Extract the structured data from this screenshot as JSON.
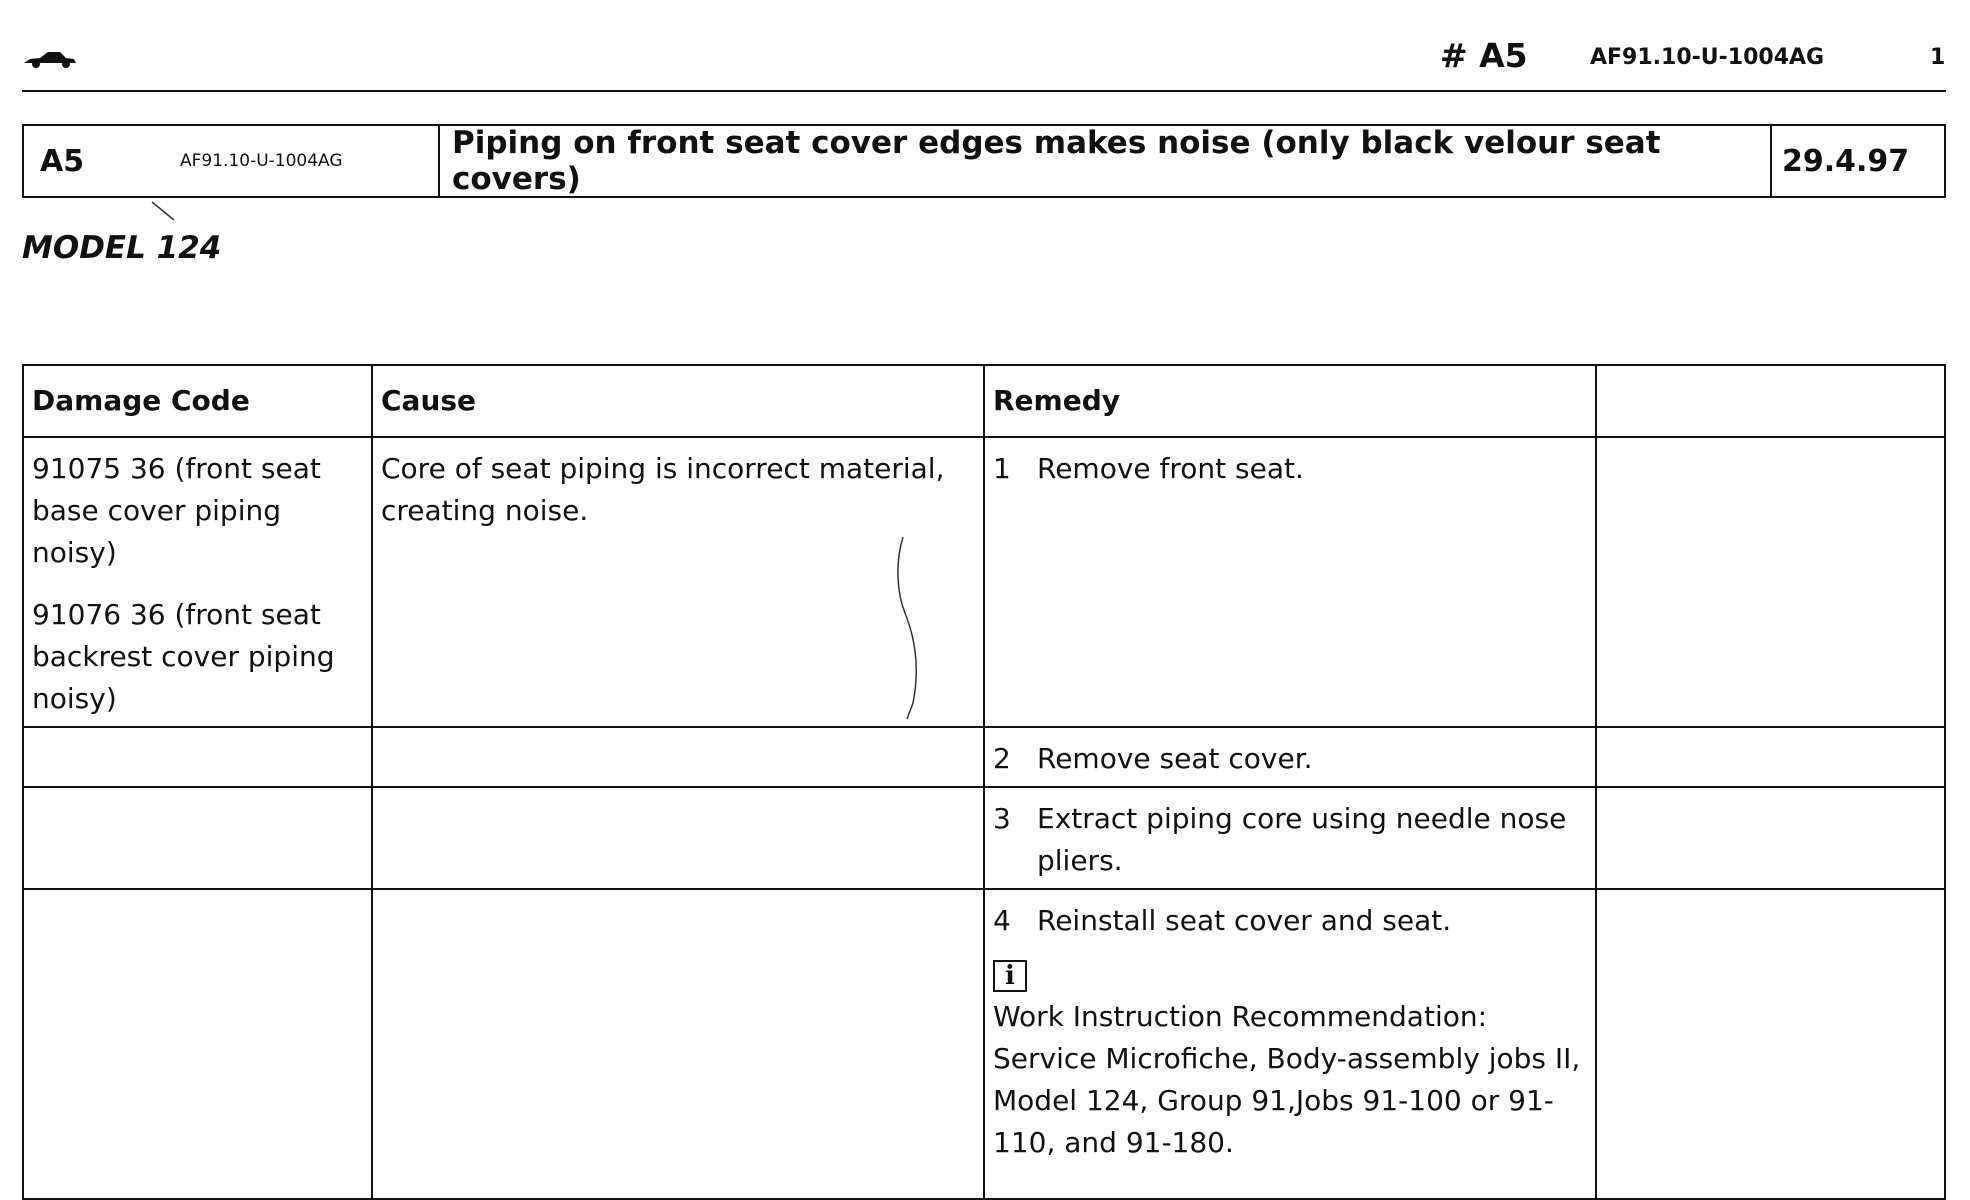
{
  "header": {
    "code": "# A5",
    "reference": "AF91.10-U-1004AG",
    "page_number": "1"
  },
  "title_box": {
    "code": "A5",
    "reference": "AF91.10-U-1004AG",
    "title": "Piping on front seat cover edges makes noise (only black velour seat covers)",
    "date": "29.4.97"
  },
  "model": "MODEL 124",
  "table": {
    "headers": [
      "Damage Code",
      "Cause",
      "Remedy",
      ""
    ],
    "damage_codes": [
      "91075 36  (front seat base cover piping noisy)",
      "91076 36  (front seat backrest cover piping noisy)"
    ],
    "cause": "Core of seat piping is incorrect material, creating noise.",
    "steps": [
      {
        "num": "1",
        "text": "Remove front seat."
      },
      {
        "num": "2",
        "text": "Remove seat cover."
      },
      {
        "num": "3",
        "text": "Extract piping core using needle nose pliers."
      },
      {
        "num": "4",
        "text": "Reinstall seat cover and seat."
      }
    ],
    "info_glyph": "i",
    "note": "Work Instruction Recommendation: Service Microfiche, Body-assembly jobs II, Model 124, Group 91,Jobs 91-100 or 91-110, and 91-180."
  },
  "icons": {
    "header_logo": "car-icon",
    "note_marker": "info-icon"
  }
}
